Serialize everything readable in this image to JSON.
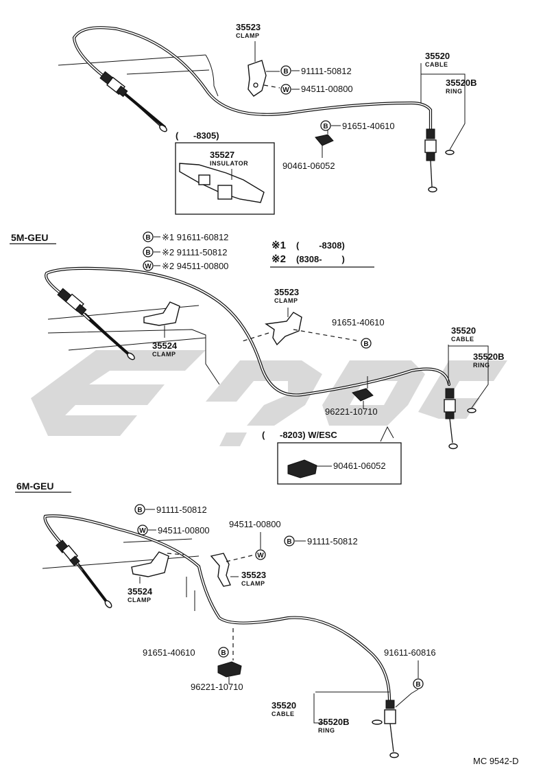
{
  "top": {
    "p35523": "35523",
    "p35523_sub": "CLAMP",
    "b1": "91111-50812",
    "w1": "94511-00800",
    "p35520": "35520",
    "p35520_sub": "CABLE",
    "p35520b": "35520B",
    "p35520b_sub": "RING",
    "b2": "91651-40610",
    "range": "(      -8305)",
    "p35527": "35527",
    "p35527_sub": "INSULATOR",
    "p90461": "90461-06052"
  },
  "mid": {
    "section": "5M-GEU",
    "legend1": "※1 91611-60812",
    "legend2": "※2 91111-50812",
    "legend3": "※2 94511-00800",
    "note1_mark": "※1",
    "note1": "(        -8308)",
    "note2_mark": "※2",
    "note2": "(8308-        )",
    "p35523": "35523",
    "p35523_sub": "CLAMP",
    "p91651": "91651-40610",
    "p35520": "35520",
    "p35520_sub": "CABLE",
    "p35520b": "35520B",
    "p35520b_sub": "RING",
    "p35524": "35524",
    "p35524_sub": "CLAMP",
    "p96221": "96221-10710",
    "esc": "(      -8203) W/ESC",
    "p90461": "90461-06052"
  },
  "bot": {
    "section": "6M-GEU",
    "b1": "91111-50812",
    "w1": "94511-00800",
    "w2": "94511-00800",
    "b2": "91111-50812",
    "p35524": "35524",
    "p35524_sub": "CLAMP",
    "p35523": "35523",
    "p35523_sub": "CLAMP",
    "p91651": "91651-40610",
    "p96221": "96221-10710",
    "p91611": "91611-60816",
    "p35520": "35520",
    "p35520_sub": "CABLE",
    "p35520b": "35520B",
    "p35520b_sub": "RING"
  },
  "badge_b": "B",
  "badge_w": "W",
  "footer": "MC 9542-D"
}
